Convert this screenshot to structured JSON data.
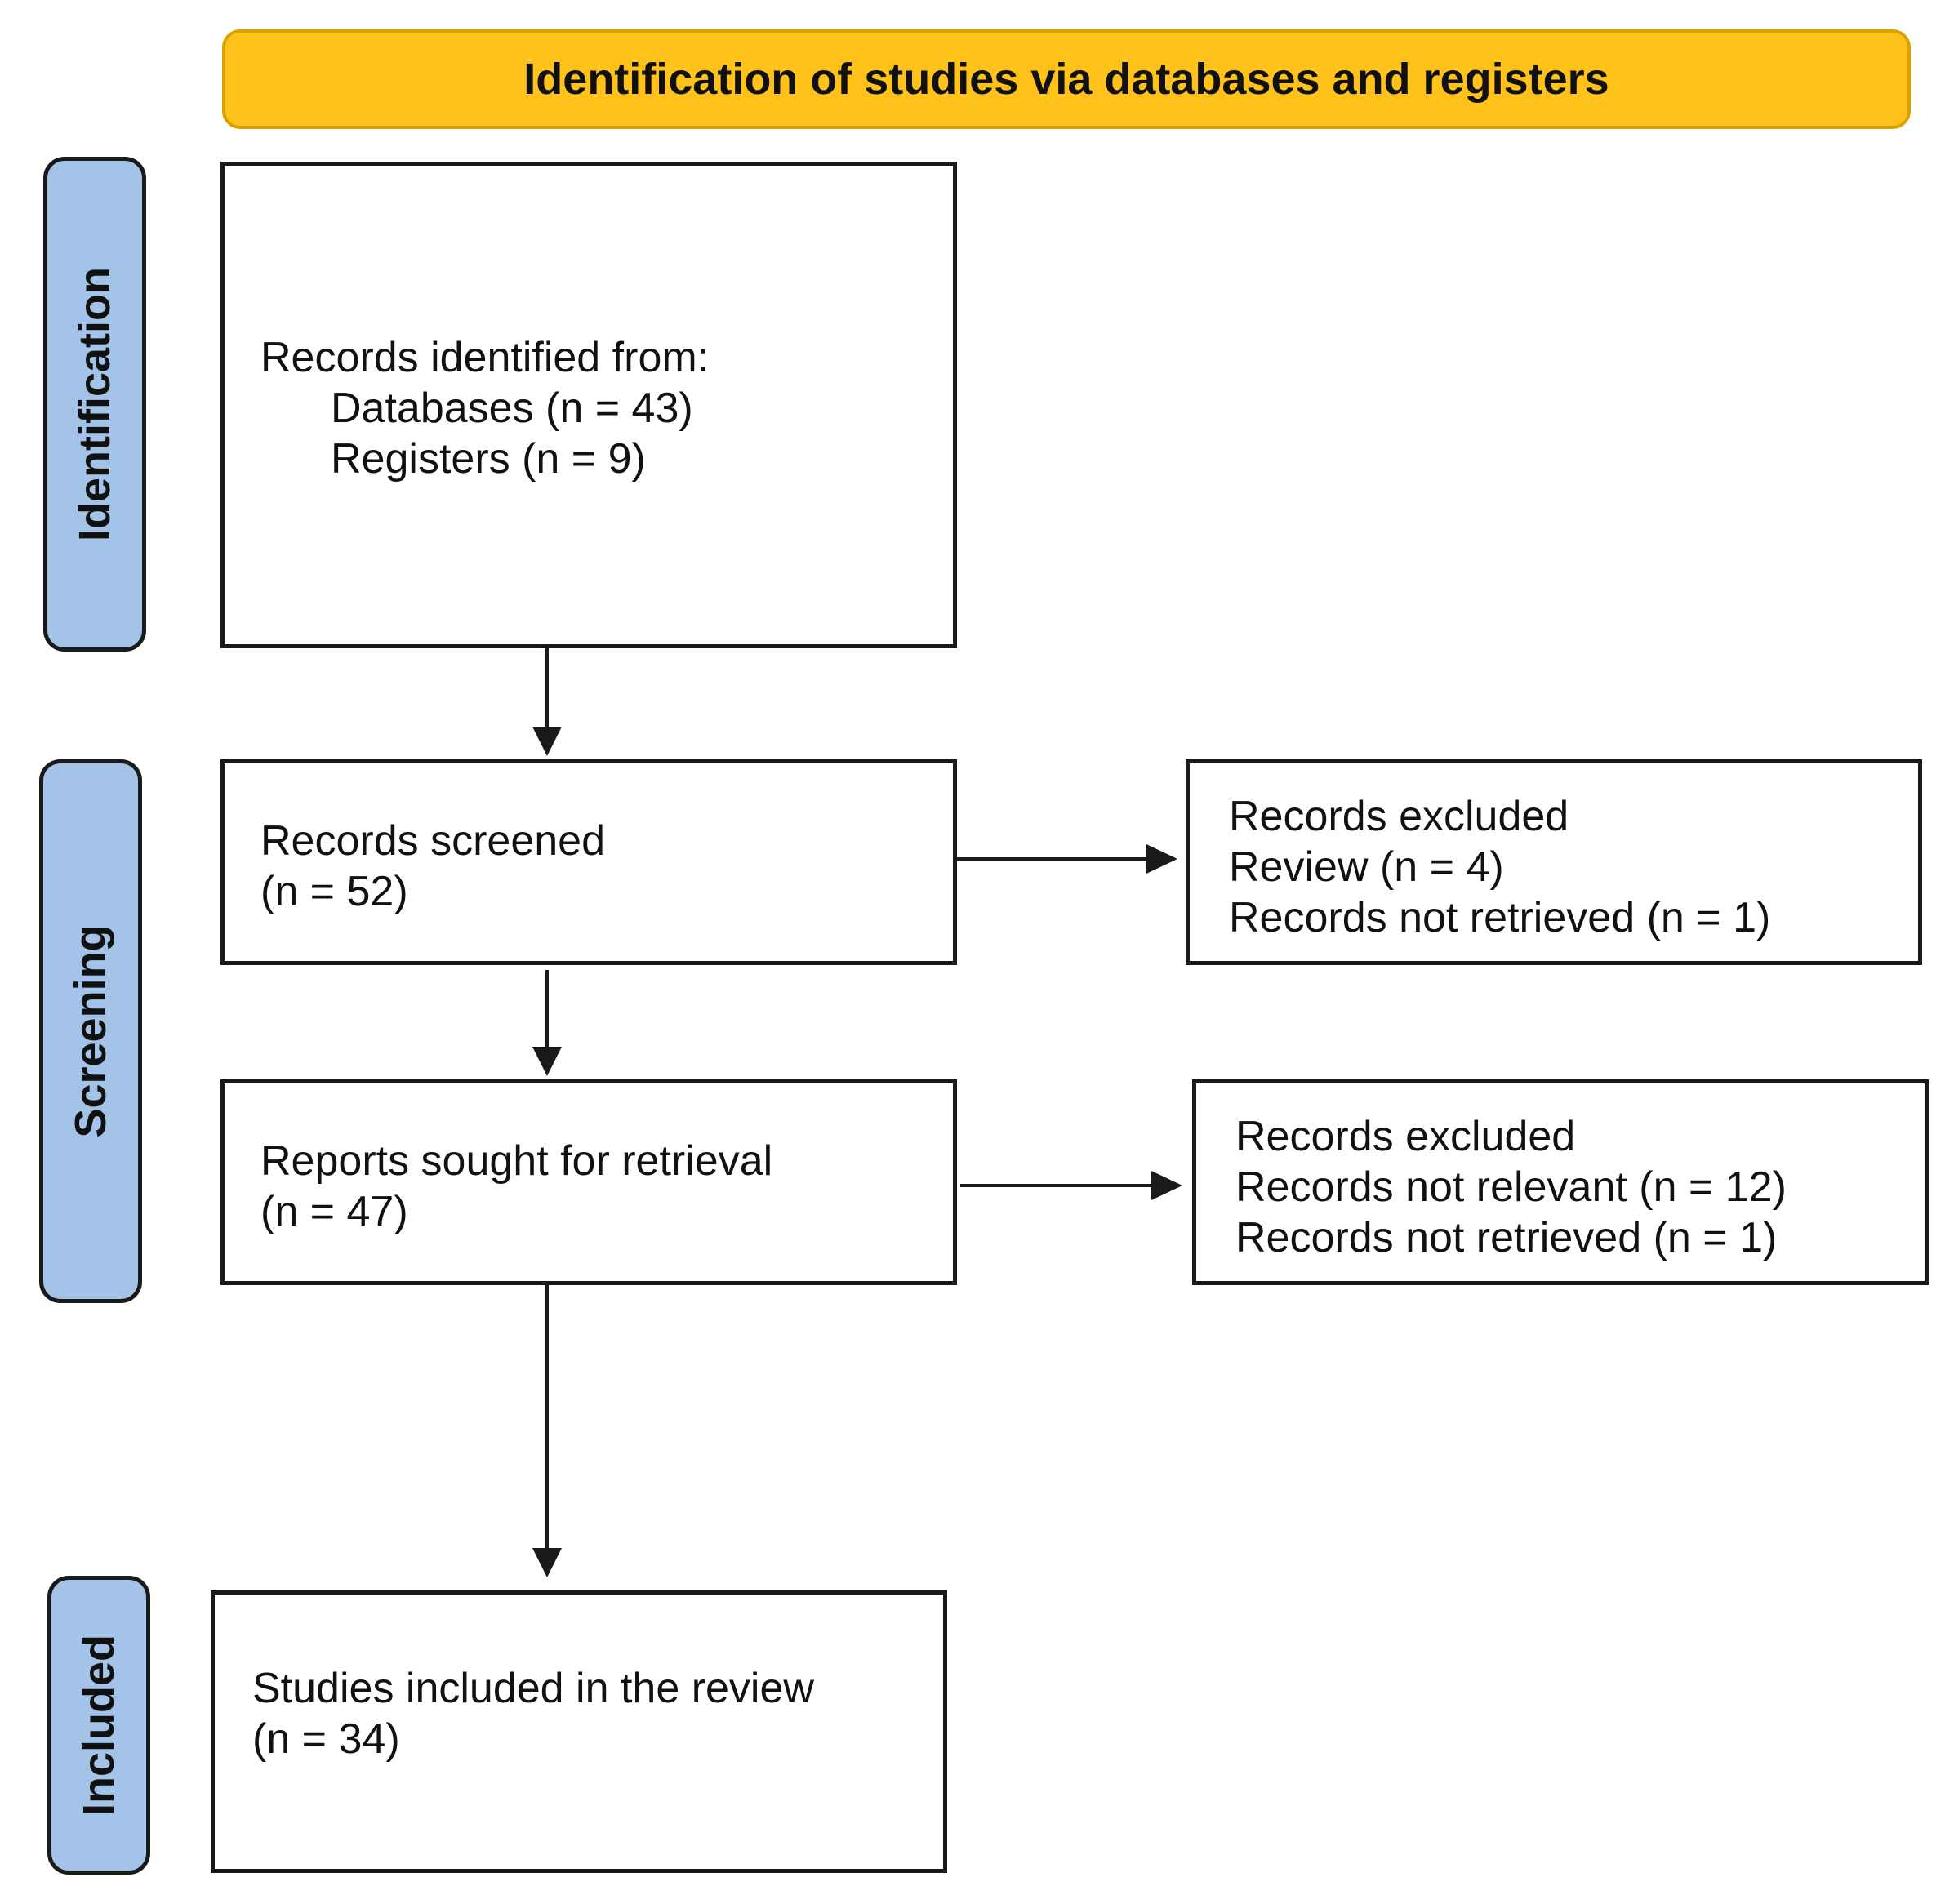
{
  "header": {
    "title": "Identification of studies via databases and registers"
  },
  "stages": {
    "identification": "Identification",
    "screening": "Screening",
    "included": "Included"
  },
  "boxes": {
    "records_identified": {
      "line1": "Records identified from:",
      "line2": "Databases (n = 43)",
      "line3": "Registers (n = 9)"
    },
    "records_screened": {
      "line1": "Records screened",
      "line2": "(n = 52)"
    },
    "excluded_1": {
      "line1": "Records excluded",
      "line2": "Review (n = 4)",
      "line3": "Records not retrieved (n = 1)"
    },
    "reports_sought": {
      "line1": "Reports sought for retrieval",
      "line2": "(n = 47)"
    },
    "excluded_2": {
      "line1": "Records excluded",
      "line2": "Records not relevant (n = 12)",
      "line3": "Records not retrieved (n = 1)"
    },
    "studies_included": {
      "line1": "Studies included in the review",
      "line2": "(n = 34)"
    }
  },
  "colors": {
    "header_fill": "#FFC21A",
    "stage_fill": "#A3C4E8",
    "line": "#1a1a1a"
  }
}
